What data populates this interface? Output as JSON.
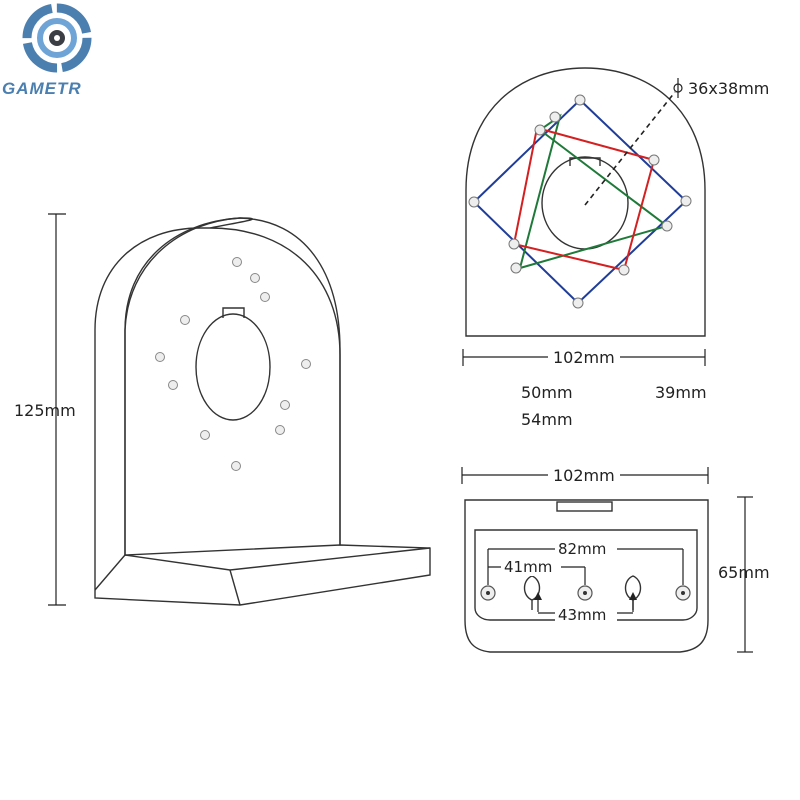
{
  "brand": {
    "name": "GAMETR",
    "color": "#4a7fb0",
    "accent": "#6fa4d6"
  },
  "side_view": {
    "height_label": "125mm"
  },
  "front_view": {
    "hole_label": "36x38mm",
    "width_label": "102mm",
    "patterns": [
      {
        "label": "50mm",
        "color": "#1f3d99"
      },
      {
        "label": "54mm",
        "color": "#1f7a3a"
      },
      {
        "label": "39mm",
        "color": "#d42020"
      }
    ]
  },
  "bottom_view": {
    "width_label": "102mm",
    "height_label": "65mm",
    "outer_spacing_label": "82mm",
    "inner_spacing_label": "41mm",
    "keyhole_spacing_label": "43mm"
  }
}
